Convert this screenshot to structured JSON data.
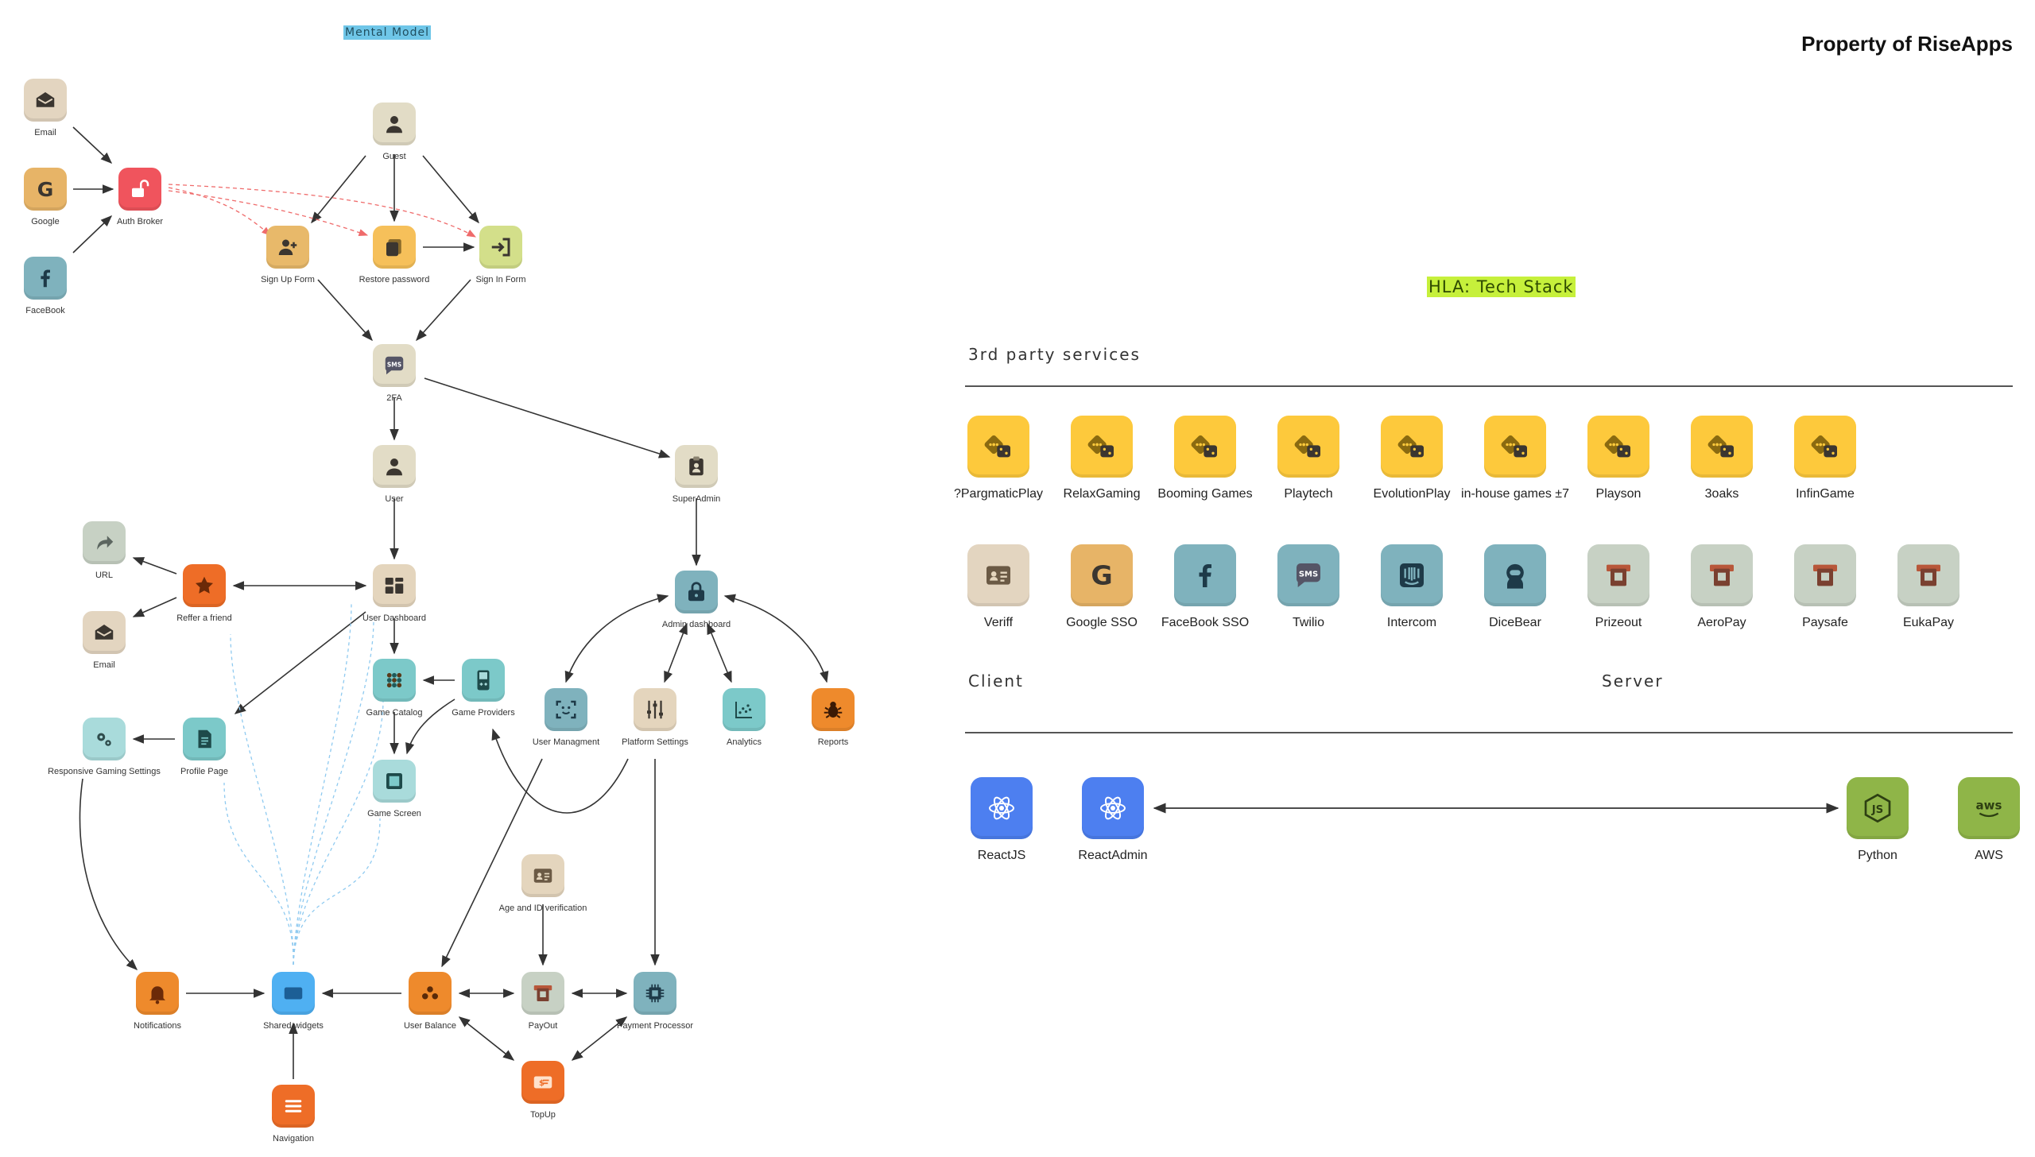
{
  "owner": "Property of RiseApps",
  "mental_model": {
    "title": "Mental Model",
    "nodes": {
      "email": {
        "label": "Email",
        "icon": "envelope-icon",
        "color": "#e3d5c0"
      },
      "google": {
        "label": "Google",
        "icon": "google-icon",
        "color": "#e7b467"
      },
      "facebook": {
        "label": "FaceBook",
        "icon": "facebook-icon",
        "color": "#7fb2bd"
      },
      "auth_broker": {
        "label": "Auth Broker",
        "icon": "unlock-icon",
        "color": "#f0545d"
      },
      "guest": {
        "label": "Guest",
        "icon": "person-icon",
        "color": "#e2dcc6"
      },
      "signup": {
        "label": "Sign Up Form",
        "icon": "add-user-icon",
        "color": "#e8b96a"
      },
      "restore": {
        "label": "Restore password",
        "icon": "cards-icon",
        "color": "#f6c05a"
      },
      "signin": {
        "label": "Sign In Form",
        "icon": "sign-in-icon",
        "color": "#d3df8a"
      },
      "twofa": {
        "label": "2FA",
        "icon": "sms-icon",
        "color": "#e2dcc6"
      },
      "user": {
        "label": "User",
        "icon": "person-icon",
        "color": "#e2dcc6"
      },
      "superadmin": {
        "label": "SuperAdmin",
        "icon": "clipboard-user-icon",
        "color": "#e2dcc6"
      },
      "url": {
        "label": "URL",
        "icon": "share-arrow-icon",
        "color": "#c7d1c4"
      },
      "refer": {
        "label": "Reffer a friend",
        "icon": "star-icon",
        "color": "#ee6d27"
      },
      "email2": {
        "label": "Email",
        "icon": "envelope-icon",
        "color": "#e3d5c0"
      },
      "user_dashboard": {
        "label": "User Dashboard",
        "icon": "dashboard-icon",
        "color": "#e4d5bd"
      },
      "admin_dashboard": {
        "label": "Admin dashboard",
        "icon": "lock-icon",
        "color": "#7fb2bd"
      },
      "game_catalog": {
        "label": "Game Catalog",
        "icon": "grid-icon",
        "color": "#7cc9c9"
      },
      "game_providers": {
        "label": "Game Providers",
        "icon": "gameboy-icon",
        "color": "#7cc9c9"
      },
      "user_management": {
        "label": "User Managment",
        "icon": "face-scan-icon",
        "color": "#7fb2bd"
      },
      "platform_settings": {
        "label": "Platform Settings",
        "icon": "sliders-icon",
        "color": "#e4d5bd"
      },
      "analytics": {
        "label": "Analytics",
        "icon": "scatter-icon",
        "color": "#7cc9c9"
      },
      "reports": {
        "label": "Reports",
        "icon": "bug-icon",
        "color": "#ee8a2c"
      },
      "responsive_gaming": {
        "label": "Responsive Gaming Settings",
        "icon": "gears-icon",
        "color": "#a9dbdb"
      },
      "profile_page": {
        "label": "Profile Page",
        "icon": "document-icon",
        "color": "#7cc9c9"
      },
      "game_screen": {
        "label": "Game Screen",
        "icon": "screen-icon",
        "color": "#a9dbdb"
      },
      "age_id": {
        "label": "Age and ID verification",
        "icon": "id-card-icon",
        "color": "#e4d5bd"
      },
      "notifications": {
        "label": "Notifications",
        "icon": "bell-icon",
        "color": "#ee8a2c"
      },
      "shared_widgets": {
        "label": "Shared widgets",
        "icon": "window-icon",
        "color": "#4fb0f2"
      },
      "user_balance": {
        "label": "User Balance",
        "icon": "coins-icon",
        "color": "#ee8a2c"
      },
      "payout": {
        "label": "PayOut",
        "icon": "atm-icon",
        "color": "#c7d1c4"
      },
      "payment_processor": {
        "label": "Payment Processor",
        "icon": "chip-icon",
        "color": "#7fb2bd"
      },
      "topup": {
        "label": "TopUp",
        "icon": "money-icon",
        "color": "#ee6d27"
      },
      "navigation": {
        "label": "Navigation",
        "icon": "menu-icon",
        "color": "#ee6d27"
      }
    }
  },
  "tech_stack": {
    "title": "HLA: Tech Stack",
    "third_party_title": "3rd party services",
    "providers": [
      {
        "label": "?PargmaticPlay",
        "icon": "dice-icon",
        "color": "#fdc93c"
      },
      {
        "label": "RelaxGaming",
        "icon": "dice-icon",
        "color": "#fdc93c"
      },
      {
        "label": "Booming Games",
        "icon": "dice-icon",
        "color": "#fdc93c"
      },
      {
        "label": "Playtech",
        "icon": "dice-icon",
        "color": "#fdc93c"
      },
      {
        "label": "EvolutionPlay",
        "icon": "dice-icon",
        "color": "#fdc93c"
      },
      {
        "label": "in-house games ±7",
        "icon": "dice-icon",
        "color": "#fdc93c"
      },
      {
        "label": "Playson",
        "icon": "dice-icon",
        "color": "#fdc93c"
      },
      {
        "label": "3oaks",
        "icon": "dice-icon",
        "color": "#fdc93c"
      },
      {
        "label": "InfinGame",
        "icon": "dice-icon",
        "color": "#fdc93c"
      }
    ],
    "services": [
      {
        "label": "Veriff",
        "icon": "id-card-icon",
        "color": "#e3d5c0"
      },
      {
        "label": "Google SSO",
        "icon": "google-icon",
        "color": "#e7b467"
      },
      {
        "label": "FaceBook SSO",
        "icon": "facebook-icon",
        "color": "#7fb2bd"
      },
      {
        "label": "Twilio",
        "icon": "sms-icon",
        "color": "#7fb2bd"
      },
      {
        "label": "Intercom",
        "icon": "intercom-icon",
        "color": "#7fb2bd"
      },
      {
        "label": "DiceBear",
        "icon": "astronaut-icon",
        "color": "#7fb2bd"
      },
      {
        "label": "Prizeout",
        "icon": "atm-icon",
        "color": "#c7d1c4"
      },
      {
        "label": "AeroPay",
        "icon": "atm-icon",
        "color": "#c7d1c4"
      },
      {
        "label": "Paysafe",
        "icon": "atm-icon",
        "color": "#c7d1c4"
      },
      {
        "label": "EukaPay",
        "icon": "atm-icon",
        "color": "#c7d1c4"
      }
    ],
    "client_title": "Client",
    "server_title": "Server",
    "client": [
      {
        "label": "ReactJS",
        "icon": "react-icon",
        "color": "#4d7ff0"
      },
      {
        "label": "ReactAdmin",
        "icon": "react-icon",
        "color": "#4d7ff0"
      }
    ],
    "server": [
      {
        "label": "Python",
        "icon": "nodejs-icon",
        "color": "#8fb548"
      },
      {
        "label": "AWS",
        "icon": "aws-icon",
        "color": "#8fb548"
      }
    ]
  },
  "colors": {
    "mental_model_highlight": "#6fc6e8",
    "tech_stack_highlight": "#c6f03b",
    "edge": "#333333",
    "dashed_red": "#ef6b6b",
    "dashed_blue": "#8fcaf0"
  }
}
